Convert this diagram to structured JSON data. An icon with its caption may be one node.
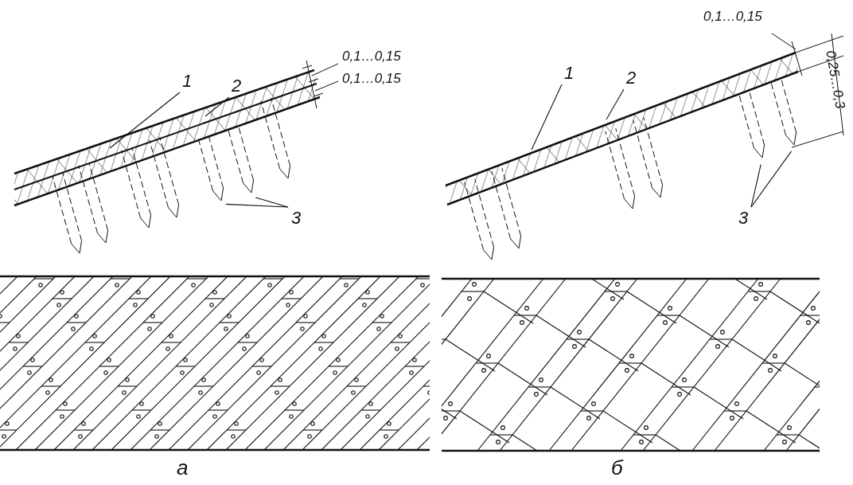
{
  "diagram": {
    "nodes": [
      {
        "text": [
          "1"
        ]
      },
      {
        "text": [
          "2"
        ]
      },
      {
        "text": [
          "3"
        ]
      },
      {
        "text": [
          "1"
        ]
      },
      {
        "text": [
          "2"
        ]
      },
      {
        "text": [
          "3"
        ]
      },
      {
        "text": [],
        "shape": "picture"
      },
      {
        "text": [],
        "shape": "picture"
      },
      {
        "text": [],
        "shape": "picture"
      },
      {
        "text": [],
        "shape": "picture"
      }
    ],
    "edges": [
      {
        "from": 0,
        "to": null,
        "arrow": "none"
      },
      {
        "from": 1,
        "to": null,
        "arrow": "none"
      },
      {
        "from": 2,
        "to": 6,
        "arrow": "none"
      },
      {
        "from": 2,
        "to": 7,
        "arrow": "none"
      },
      {
        "from": 3,
        "to": null,
        "arrow": "none"
      },
      {
        "from": 4,
        "to": null,
        "arrow": "none"
      },
      {
        "from": 5,
        "to": 8,
        "arrow": "none"
      },
      {
        "from": 5,
        "to": 9,
        "arrow": "none"
      }
    ],
    "labels": [
      "0,1…0,15",
      "0,1…0,15",
      "а",
      "0,1…0,15",
      "0,25…0,3",
      "б"
    ]
  }
}
